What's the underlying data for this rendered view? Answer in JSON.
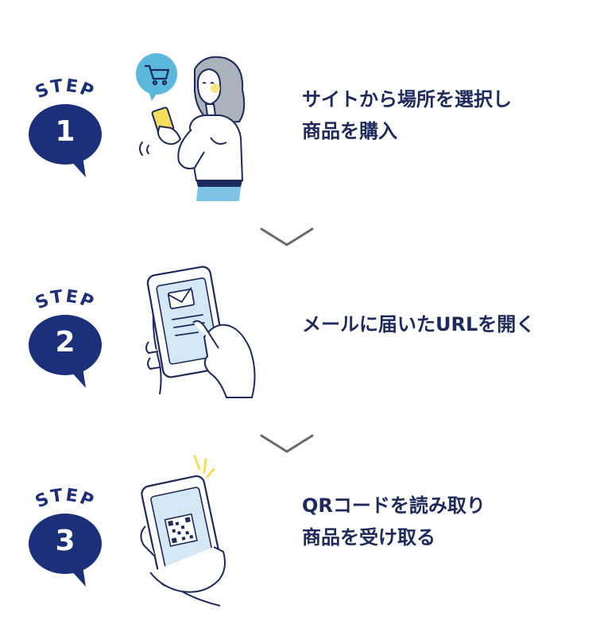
{
  "steps": [
    {
      "badge_label": "STEP",
      "number": "1",
      "lines": [
        "サイトから場所を選択し",
        "商品を購入"
      ],
      "illustration_icon": "woman-shopping-phone-icon"
    },
    {
      "badge_label": "STEP",
      "number": "2",
      "lines": [
        "メールに届いたURLを開く"
      ],
      "illustration_icon": "hands-phone-email-icon"
    },
    {
      "badge_label": "STEP",
      "number": "3",
      "lines": [
        "QRコードを読み取り",
        "商品を受け取る"
      ],
      "illustration_icon": "hand-phone-qr-icon"
    }
  ],
  "colors": {
    "navy": "#1d2a5e",
    "badge": "#1c2f7a",
    "chevron": "#6a6a6a",
    "phone_screen": "#d5e6f5",
    "accent_blue": "#5bb8dd",
    "accent_yellow": "#f5dd5c"
  }
}
